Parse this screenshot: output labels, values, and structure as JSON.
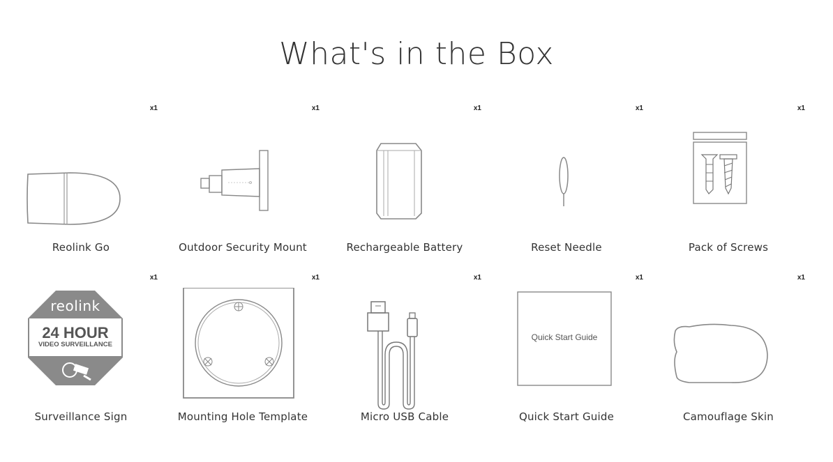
{
  "page": {
    "title": "What's in the Box"
  },
  "items": [
    {
      "label": "Reolink Go",
      "qty": "x1",
      "icon": "camera-icon"
    },
    {
      "label": "Outdoor Security Mount",
      "qty": "x1",
      "icon": "mount-icon"
    },
    {
      "label": "Rechargeable Battery",
      "qty": "x1",
      "icon": "battery-icon"
    },
    {
      "label": "Reset Needle",
      "qty": "x1",
      "icon": "needle-icon"
    },
    {
      "label": "Pack of Screws",
      "qty": "x1",
      "icon": "screws-icon"
    },
    {
      "label": "Surveillance Sign",
      "qty": "x1",
      "icon": "sign-icon"
    },
    {
      "label": "Mounting Hole Template",
      "qty": "x1",
      "icon": "template-icon"
    },
    {
      "label": "Micro USB Cable",
      "qty": "x1",
      "icon": "usb-cable-icon"
    },
    {
      "label": "Quick Start Guide",
      "qty": "x1",
      "icon": "guide-icon"
    },
    {
      "label": "Camouflage Skin",
      "qty": "x1",
      "icon": "skin-icon"
    }
  ],
  "sign": {
    "brand": "reolink",
    "line1": "24 HOUR",
    "line2": "VIDEO SURVEILLANCE"
  },
  "guide": {
    "cover_text": "Quick Start Guide"
  }
}
